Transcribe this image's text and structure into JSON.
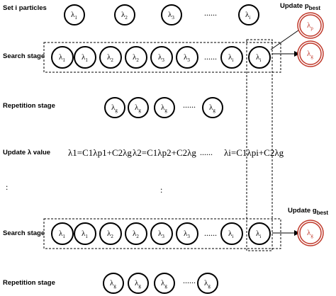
{
  "labels": {
    "set_particles": "Set i particles",
    "search_stage_1": "Search stage",
    "repetition_stage_1": "Repetition stage",
    "update_lambda": "Update λ value",
    "search_stage_2": "Search stage",
    "repetition_stage_2": "Repetition stage",
    "update_pbest_main": "Update p",
    "update_pbest_sub": "best",
    "update_gbest_main": "Update g",
    "update_gbest_sub": "best"
  },
  "row1_particles": [
    {
      "base": "λ",
      "sub": "1"
    },
    {
      "base": "λ",
      "sub": "2"
    },
    {
      "base": "λ",
      "sub": "3"
    },
    {
      "base": "λ",
      "sub": "i"
    }
  ],
  "search_row_1": [
    {
      "base": "λ",
      "sub": "1"
    },
    {
      "base": "λ",
      "sub": "1"
    },
    {
      "base": "λ",
      "sub": "2"
    },
    {
      "base": "λ",
      "sub": "2"
    },
    {
      "base": "λ",
      "sub": "3"
    },
    {
      "base": "λ",
      "sub": "3"
    },
    {
      "base": "λ",
      "sub": "i"
    },
    {
      "base": "λ",
      "sub": "i"
    }
  ],
  "repetition_row_1": [
    {
      "base": "λ",
      "sub": "g"
    },
    {
      "base": "λ",
      "sub": "g"
    },
    {
      "base": "λ",
      "sub": "g"
    },
    {
      "base": "λ",
      "sub": "g"
    }
  ],
  "formulas": [
    "λ1=C1λp1+C2λg",
    "λ2=C1λp2+C2λg",
    "λi=C1λpi+C2λg"
  ],
  "search_row_2": [
    {
      "base": "λ",
      "sub": "1"
    },
    {
      "base": "λ",
      "sub": "1"
    },
    {
      "base": "λ",
      "sub": "2"
    },
    {
      "base": "λ",
      "sub": "2"
    },
    {
      "base": "λ",
      "sub": "3"
    },
    {
      "base": "λ",
      "sub": "3"
    },
    {
      "base": "λ",
      "sub": "i"
    },
    {
      "base": "λ",
      "sub": "i"
    }
  ],
  "repetition_row_2": [
    {
      "base": "λ",
      "sub": "g"
    },
    {
      "base": "λ",
      "sub": "g"
    },
    {
      "base": "λ",
      "sub": "g"
    },
    {
      "base": "λ",
      "sub": "g"
    }
  ],
  "pbest_nodes": [
    {
      "base": "λ",
      "sub": "p"
    },
    {
      "base": "λ",
      "sub": "g"
    }
  ],
  "gbest_node": {
    "base": "λ",
    "sub": "g"
  },
  "ellipsis": "......",
  "colors": {
    "accent_red": "#c0392b",
    "stroke": "#000000"
  }
}
